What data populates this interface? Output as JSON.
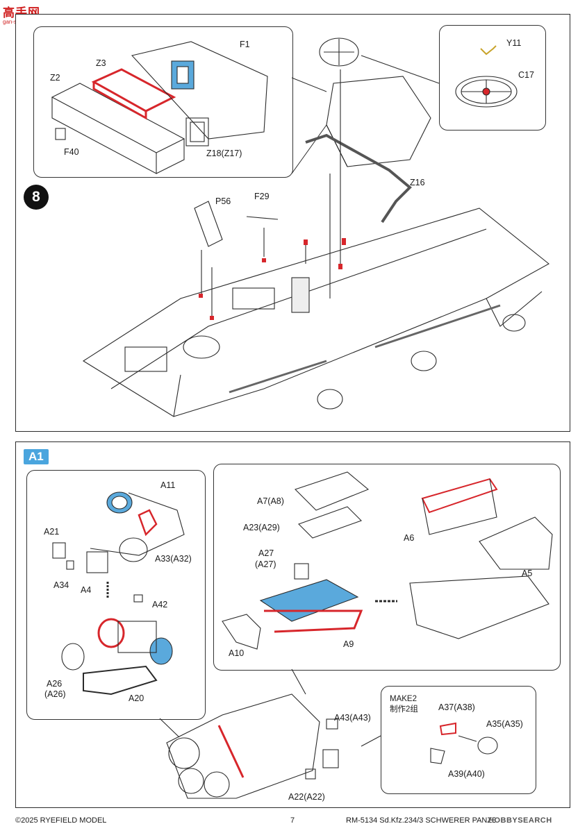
{
  "watermark": {
    "site": "高手网",
    "domain": "gan-shou.com"
  },
  "step8": {
    "number": "8",
    "labels": {
      "F1": "F1",
      "Z2": "Z2",
      "Z3": "Z3",
      "F40": "F40",
      "Z18": "Z18(Z17)",
      "Y11": "Y11",
      "C17": "C17",
      "Z16": "Z16",
      "P56": "P56",
      "F29": "F29"
    }
  },
  "stepA1": {
    "tag": "A1",
    "labels": {
      "A11": "A11",
      "A21": "A21",
      "A33": "A33(A32)",
      "A34": "A34",
      "A4": "A4",
      "A42": "A42",
      "A26a": "A26",
      "A26b": "(A26)",
      "A20": "A20",
      "A7": "A7(A8)",
      "A23": "A23(A29)",
      "A27a": "A27",
      "A27b": "(A27)",
      "A10": "A10",
      "A9": "A9",
      "A6": "A6",
      "A5": "A5",
      "A43": "A43(A43)",
      "A22": "A22(A22)",
      "make_en": "MAKE2",
      "make_cn": "制作2组",
      "A37": "A37(A38)",
      "A35": "A35(A35)",
      "A39": "A39(A40)"
    }
  },
  "footer": {
    "copyright": "©2025 RYEFIELD MODEL",
    "page": "7",
    "title": "RM-5134 Sd.Kfz.234/3 SCHWERER PANZERSPAHWAGEN",
    "brand": "HOBBYSEARCH"
  },
  "colors": {
    "highlight_red": "#d7262b",
    "highlight_blue": "#5aa9dc",
    "line": "#2a2a2a"
  }
}
